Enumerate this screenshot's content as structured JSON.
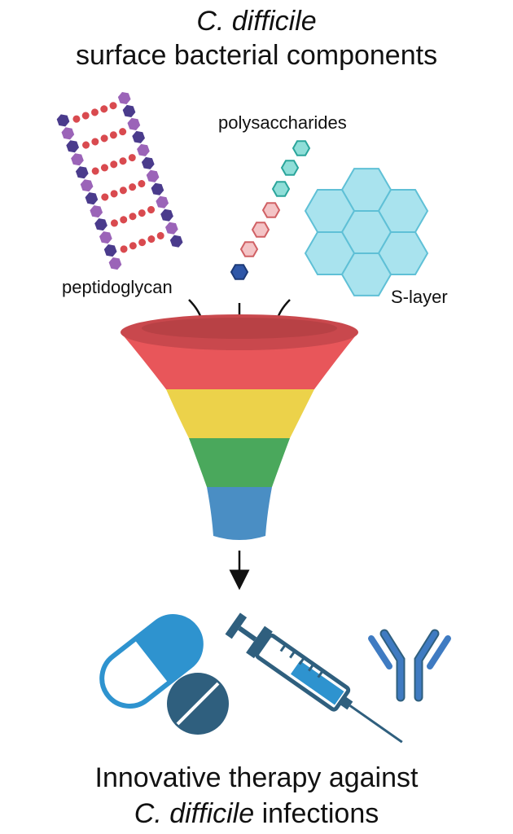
{
  "title": {
    "line1": "C. difficile",
    "line2": "surface bacterial components"
  },
  "components": {
    "peptidoglycan": "peptidoglycan",
    "polysaccharides": "polysaccharides",
    "slayer": "S-layer"
  },
  "funnel_bands": [
    {
      "color": "#e8565a"
    },
    {
      "color": "#ecd24a"
    },
    {
      "color": "#4aa85c"
    },
    {
      "color": "#4a8ec4"
    }
  ],
  "outputs": [
    {
      "icon": "capsule-pill-icon"
    },
    {
      "icon": "tablet-pill-icon"
    },
    {
      "icon": "syringe-icon"
    },
    {
      "icon": "antibody-icon"
    }
  ],
  "footer": {
    "line1": "Innovative therapy against",
    "line2_italic": "C. difficile",
    "line2_rest": " infections"
  }
}
